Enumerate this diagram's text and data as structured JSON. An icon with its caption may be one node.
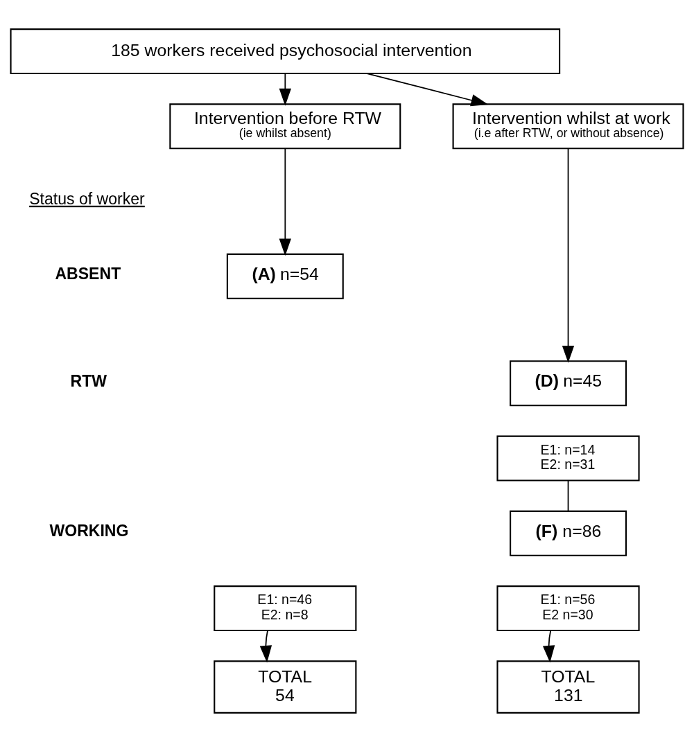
{
  "diagram": {
    "nodes": [
      {
        "text": [
          "185 workers received psychosocial intervention"
        ]
      },
      {
        "text": [
          "Intervention before RTW",
          "(ie whilst absent)"
        ]
      },
      {
        "text": [
          "Intervention whilst at work",
          "(i.e after RTW, or without absence)"
        ]
      },
      {
        "text": [
          "**(A)** n=54"
        ]
      },
      {
        "text": [
          "E1: n=46",
          "E2: n=8"
        ]
      },
      {
        "text": [
          "**(D)** n=45"
        ]
      },
      {
        "text": [
          "E1: n=14",
          "E2: n=31"
        ]
      },
      {
        "text": [
          "**(F)** n=86"
        ]
      },
      {
        "text": [
          "E1: n=56",
          "E2 n=30"
        ]
      },
      {
        "text": [
          "TOTAL",
          "54"
        ]
      },
      {
        "text": [
          "TOTAL",
          "131"
        ]
      }
    ],
    "edges": [
      {
        "from": 0,
        "to": 1,
        "arrow": "to"
      },
      {
        "from": 0,
        "to": 2,
        "arrow": "to"
      },
      {
        "from": 1,
        "to": 3,
        "arrow": "to"
      },
      {
        "from": 4,
        "to": 9,
        "arrow": "to"
      },
      {
        "from": 2,
        "to": 5,
        "arrow": "to"
      },
      {
        "from": 6,
        "to": 7,
        "arrow": "none"
      },
      {
        "from": 8,
        "to": 10,
        "arrow": "to"
      }
    ],
    "labels": [
      "Status of worker",
      "ABSENT",
      "RTW",
      "WORKING"
    ]
  }
}
